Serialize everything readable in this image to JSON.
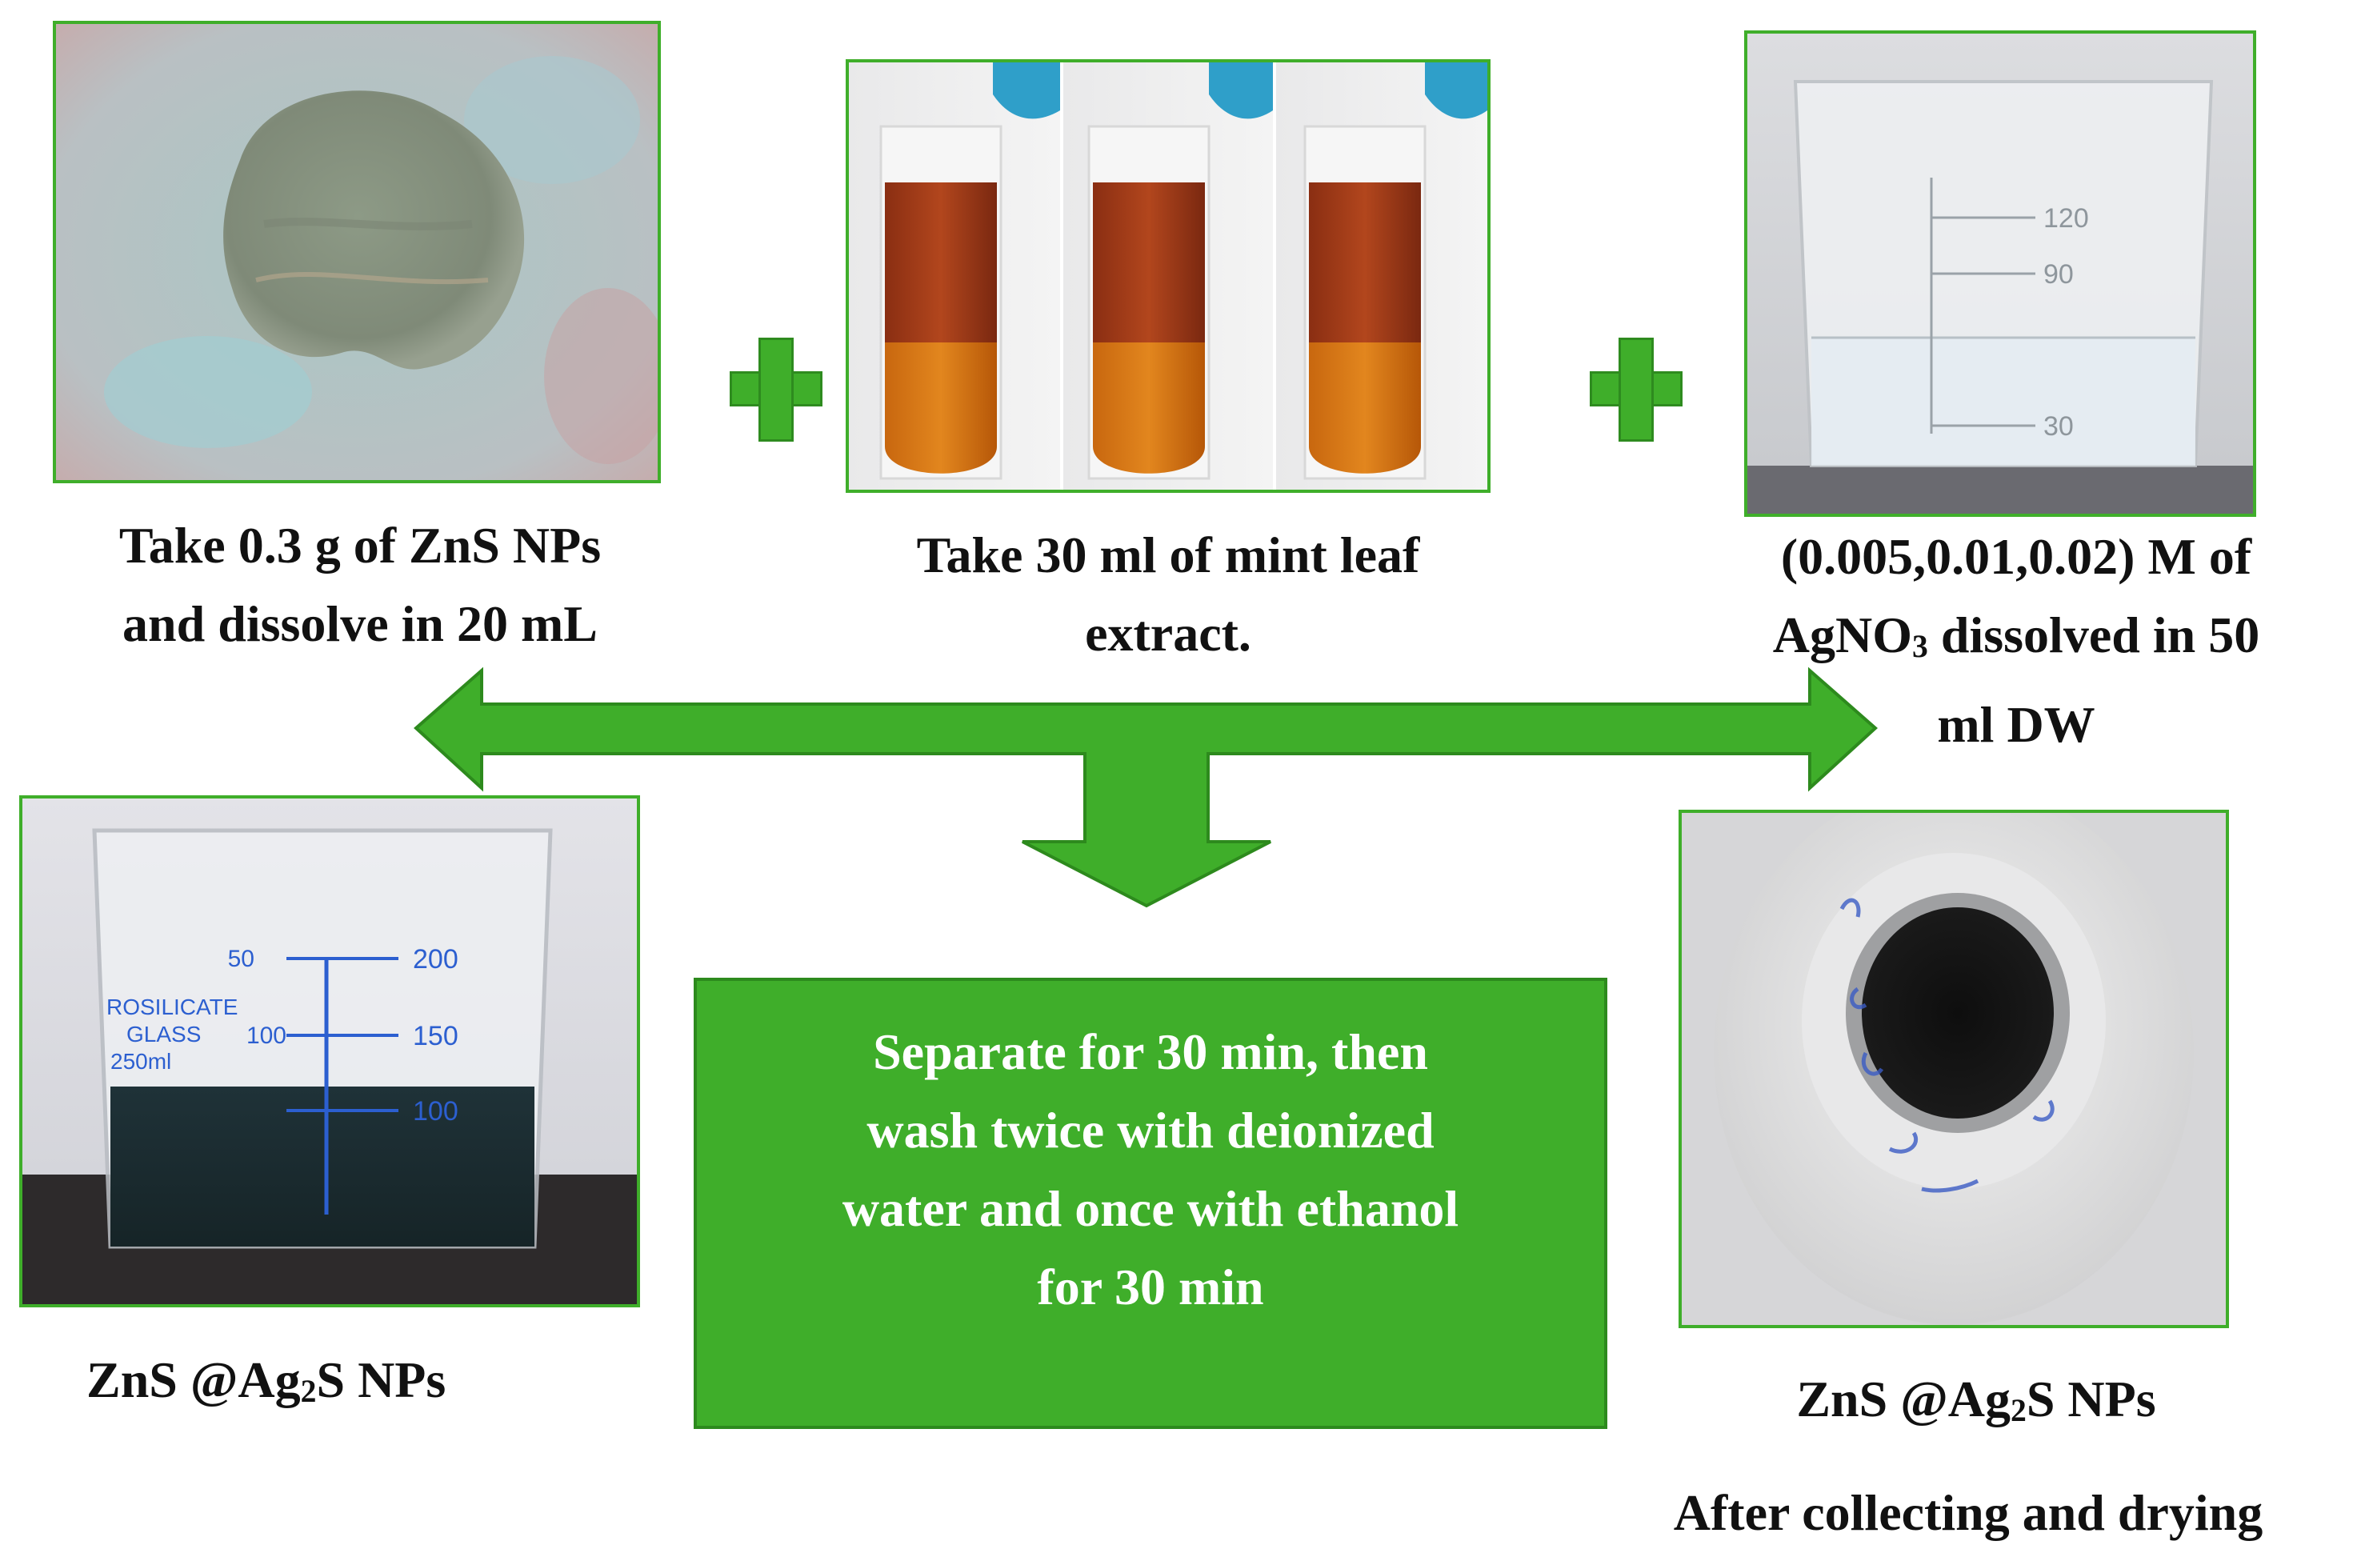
{
  "steps": {
    "zns": {
      "line1": "Take 0.3 g of ZnS NPs",
      "line2": "and dissolve in 20 mL"
    },
    "mint": {
      "line1": "Take 30 ml of mint leaf",
      "line2": "extract."
    },
    "agno3": {
      "line1": "(0.005,0.01,0.02) M of",
      "line2_pre": "AgNO",
      "line2_sub": "3",
      "line2_post": " dissolved in 50",
      "line3": "ml DW"
    },
    "separate": {
      "line1": "Separate for 30 min, then",
      "line2": "wash twice with deionized",
      "line3": "water and once with ethanol",
      "line4": "for 30 min"
    },
    "product_left": {
      "pre": "ZnS @Ag",
      "sub": "2",
      "post": "S NPs"
    },
    "product_right": {
      "pre": "ZnS @Ag",
      "sub": "2",
      "post": "S NPs",
      "note": "After collecting and drying"
    }
  },
  "beaker_labels": {
    "agno3_marks": [
      "120",
      "90",
      "30"
    ],
    "product_marks_left": [
      "50",
      "100"
    ],
    "product_marks_right": [
      "200",
      "150",
      "100"
    ],
    "product_text": [
      "ROSILICATE",
      "GLASS",
      "250ml"
    ]
  },
  "colors": {
    "accent_green": "#3fae2a",
    "accent_green_dark": "#2d8a1d",
    "graduation_blue": "#2c5fd0"
  }
}
